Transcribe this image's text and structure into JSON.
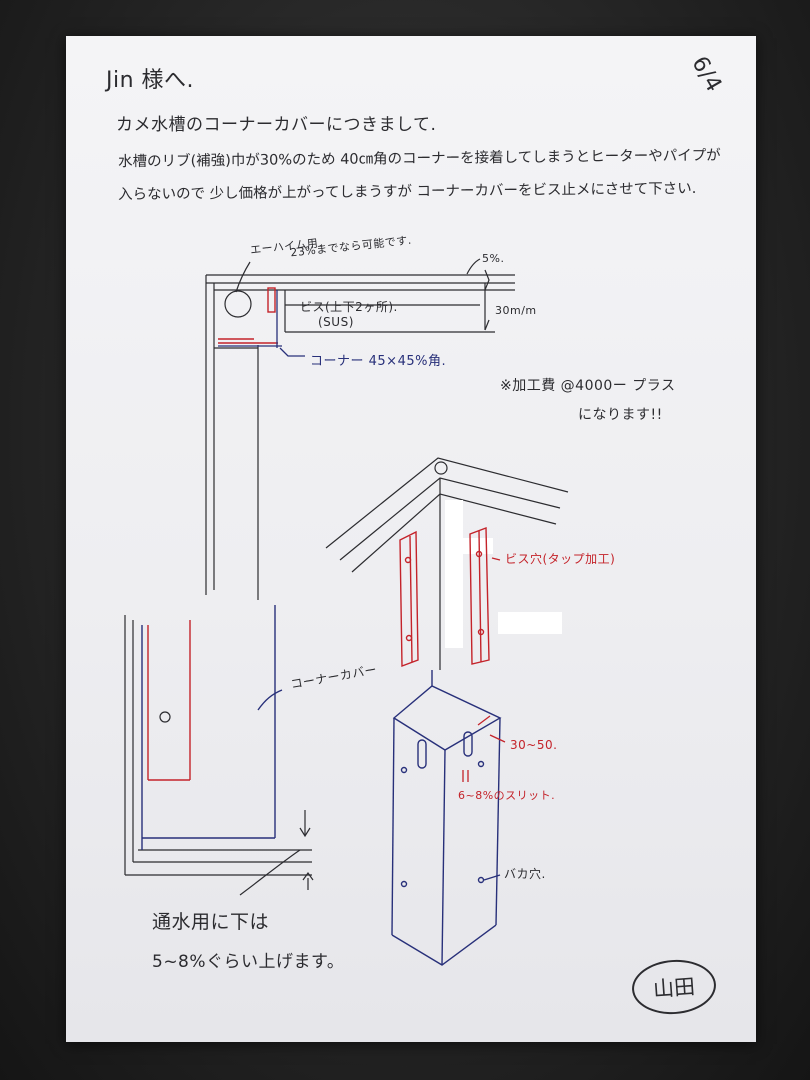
{
  "letter": {
    "date": "6/4",
    "addressee": "Jin 様へ.",
    "subject": "カメ水槽のコーナーカバーにつきまして.",
    "body_line1": "水槽のリブ(補強)巾が30%のため 40㎝角のコーナーを接着してしまうとヒーターやパイプが",
    "body_line2": "入らないので 少し価格が上がってしまうすが コーナーカバーをビス止メにさせて下さい."
  },
  "annotations": {
    "eheim_line1": "エーハイム用.",
    "eheim_line2": "23%までなら可能です.",
    "rib_width": "5%.",
    "rib_height": "30m/m",
    "screw_label": "ビス(上下2ヶ所).",
    "screw_material": "(SUS)",
    "corner_size": "コーナー 45×45%角.",
    "extra_cost_line1": "※加工費 @4000ー プラス",
    "extra_cost_line2": "になります!!",
    "screw_hole": "ビス穴(タップ加工)",
    "corner_cover": "コーナーカバー",
    "slot_offset": "30~50.",
    "slot_size": "6~8%のスリット.",
    "bashi_hole": "バカ穴.",
    "water_line1": "通水用に下は",
    "water_line2": "5~8%ぐらい上げます。"
  },
  "stamp": {
    "name": "山田"
  },
  "colors": {
    "ink": "#2c2c30",
    "red_ink": "#c4232a",
    "blue_ink": "#28307a"
  }
}
